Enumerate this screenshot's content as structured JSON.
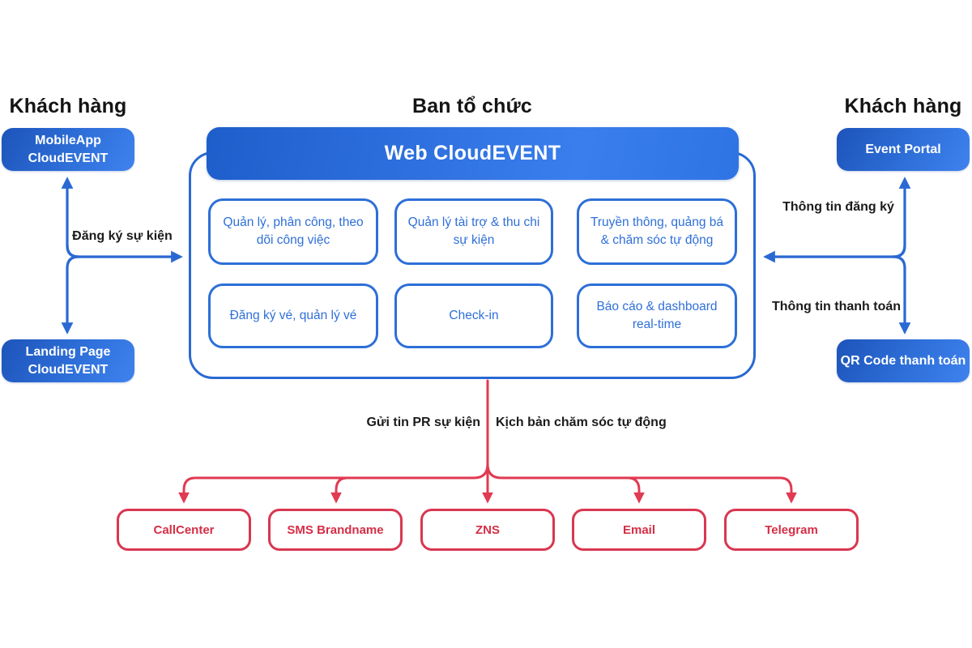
{
  "headings": {
    "customers_left": "Khách hàng",
    "organizer": "Ban tổ chức",
    "customers_right": "Khách hàng"
  },
  "left": {
    "mobile_app": "MobileApp\nCloudEVENT",
    "landing_page": "Landing Page\nCloudEVENT",
    "edge_label": "Đăng ký sự kiện"
  },
  "platform": {
    "name": "Web CloudEVENT",
    "modules": [
      "Quản lý, phân công, theo dõi công việc",
      "Quản lý tài trợ & thu chi sự kiện",
      "Truyền thông, quảng bá & chăm sóc tự động",
      "Đăng ký vé, quản lý vé",
      "Check-in",
      "Báo cáo & dashboard real-time"
    ]
  },
  "right": {
    "event_portal": "Event Portal",
    "qr_code": "QR Code thanh toán",
    "registration_label": "Thông tin đăng ký",
    "payment_label": "Thông tin thanh toán"
  },
  "bottom": {
    "pr_label": "Gửi tin PR sự kiện",
    "care_label": "Kịch bản chăm sóc tự động",
    "channels": [
      "CallCenter",
      "SMS Brandname",
      "ZNS",
      "Email",
      "Telegram"
    ]
  },
  "colors": {
    "blue_line": "#2a69d2",
    "blue_gradient_start": "#1d54ba",
    "blue_gradient_end": "#3f82ee",
    "module_border": "#2d6fd8",
    "module_text": "#2f6fd8",
    "red_line": "#e13a52",
    "red_text": "#d52e46",
    "heading_text": "#141414"
  }
}
